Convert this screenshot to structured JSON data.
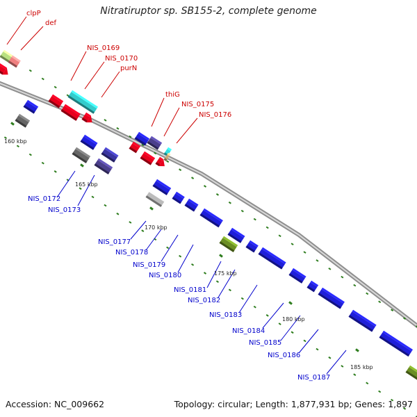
{
  "title": "Nitratiruptor sp. SB155-2, complete genome",
  "footer": {
    "accession": "Accession: NC_009662",
    "stats": "Topology: circular; Length: 1,877,931 bp; Genes: 1,897"
  },
  "colors": {
    "forward_label": "#cc0000",
    "reverse_label": "#0000cc",
    "backbone": "#999999",
    "tick": "#2e7d1e"
  },
  "scale_labels": [
    "160 kbp",
    "165 kbp",
    "170 kbp",
    "175 kbp",
    "180 kbp",
    "185 kbp"
  ],
  "forward_labels": [
    "clpP",
    "def",
    "NIS_0169",
    "NIS_0170",
    "purN",
    "thiG",
    "NIS_0175",
    "NIS_0176"
  ],
  "reverse_labels": [
    "NIS_0172",
    "NIS_0173",
    "NIS_0177",
    "NIS_0178",
    "NIS_0179",
    "NIS_0180",
    "NIS_0181",
    "NIS_0182",
    "NIS_0183",
    "NIS_0184",
    "NIS_0185",
    "NIS_0186",
    "NIS_0187"
  ]
}
